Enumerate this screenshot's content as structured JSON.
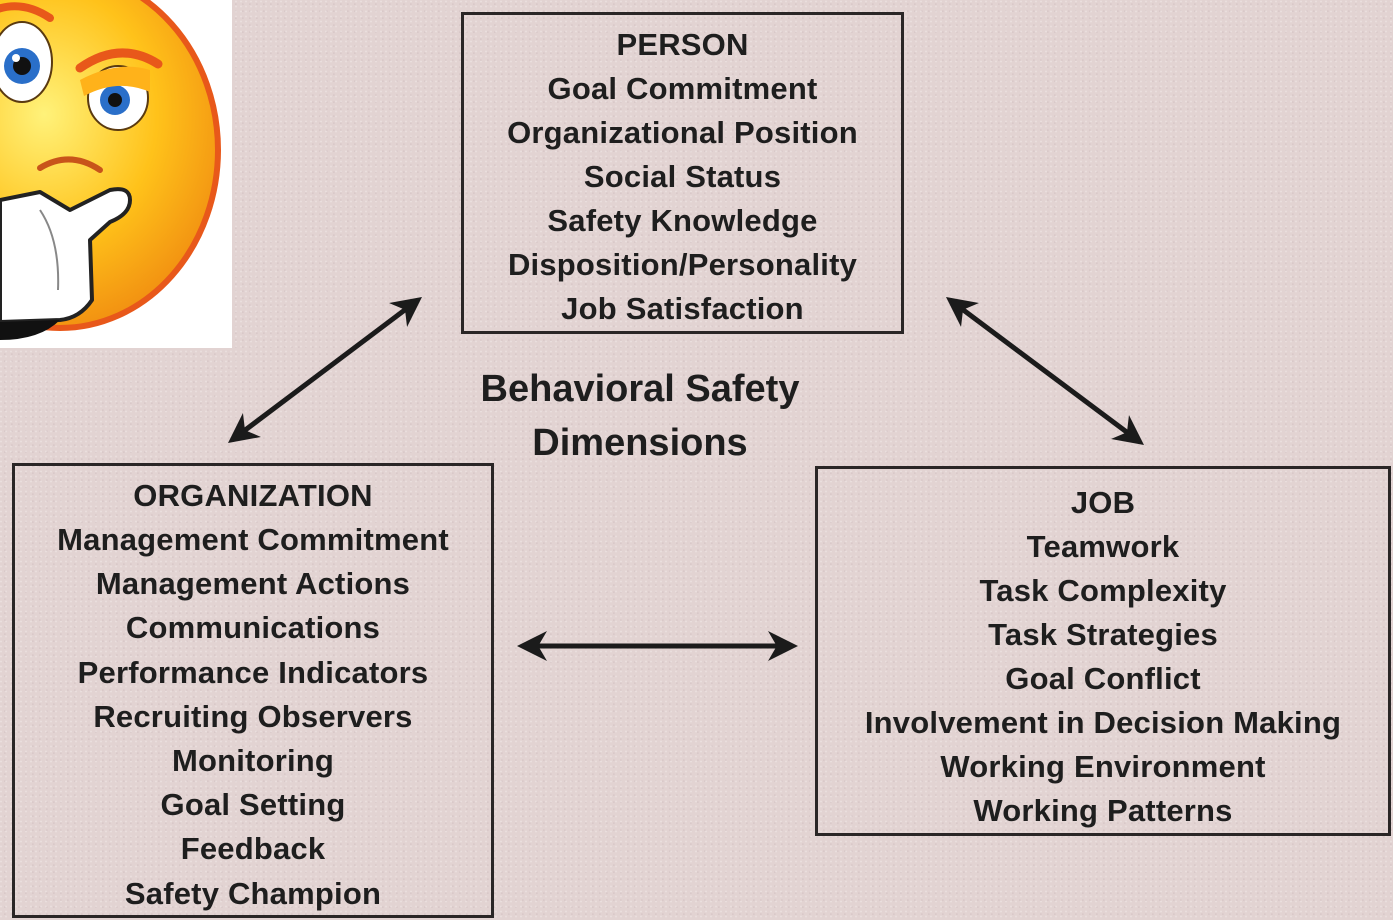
{
  "center_title": {
    "line1": "Behavioral Safety",
    "line2": "Dimensions"
  },
  "person": {
    "heading": "PERSON",
    "items": [
      "Goal Commitment",
      "Organizational Position",
      "Social Status",
      "Safety Knowledge",
      "Disposition/Personality",
      "Job Satisfaction"
    ]
  },
  "organization": {
    "heading": "ORGANIZATION",
    "items": [
      "Management Commitment",
      "Management Actions",
      "Communications",
      "Performance Indicators",
      "Recruiting Observers",
      "Monitoring",
      "Goal Setting",
      "Feedback",
      "Safety Champion"
    ]
  },
  "job": {
    "heading": "JOB",
    "items": [
      "Teamwork",
      "Task Complexity",
      "Task Strategies",
      "Goal Conflict",
      "Involvement in Decision Making",
      "Working Environment",
      "Working Patterns"
    ]
  },
  "icons": {
    "emoji": "thinking-face-icon",
    "arrows": "double-headed-arrow-icon"
  },
  "colors": {
    "background": "#e2d3d2",
    "ink": "#1e1e1e",
    "emoji_face": "#ffc21a",
    "emoji_outline": "#e8581a"
  }
}
